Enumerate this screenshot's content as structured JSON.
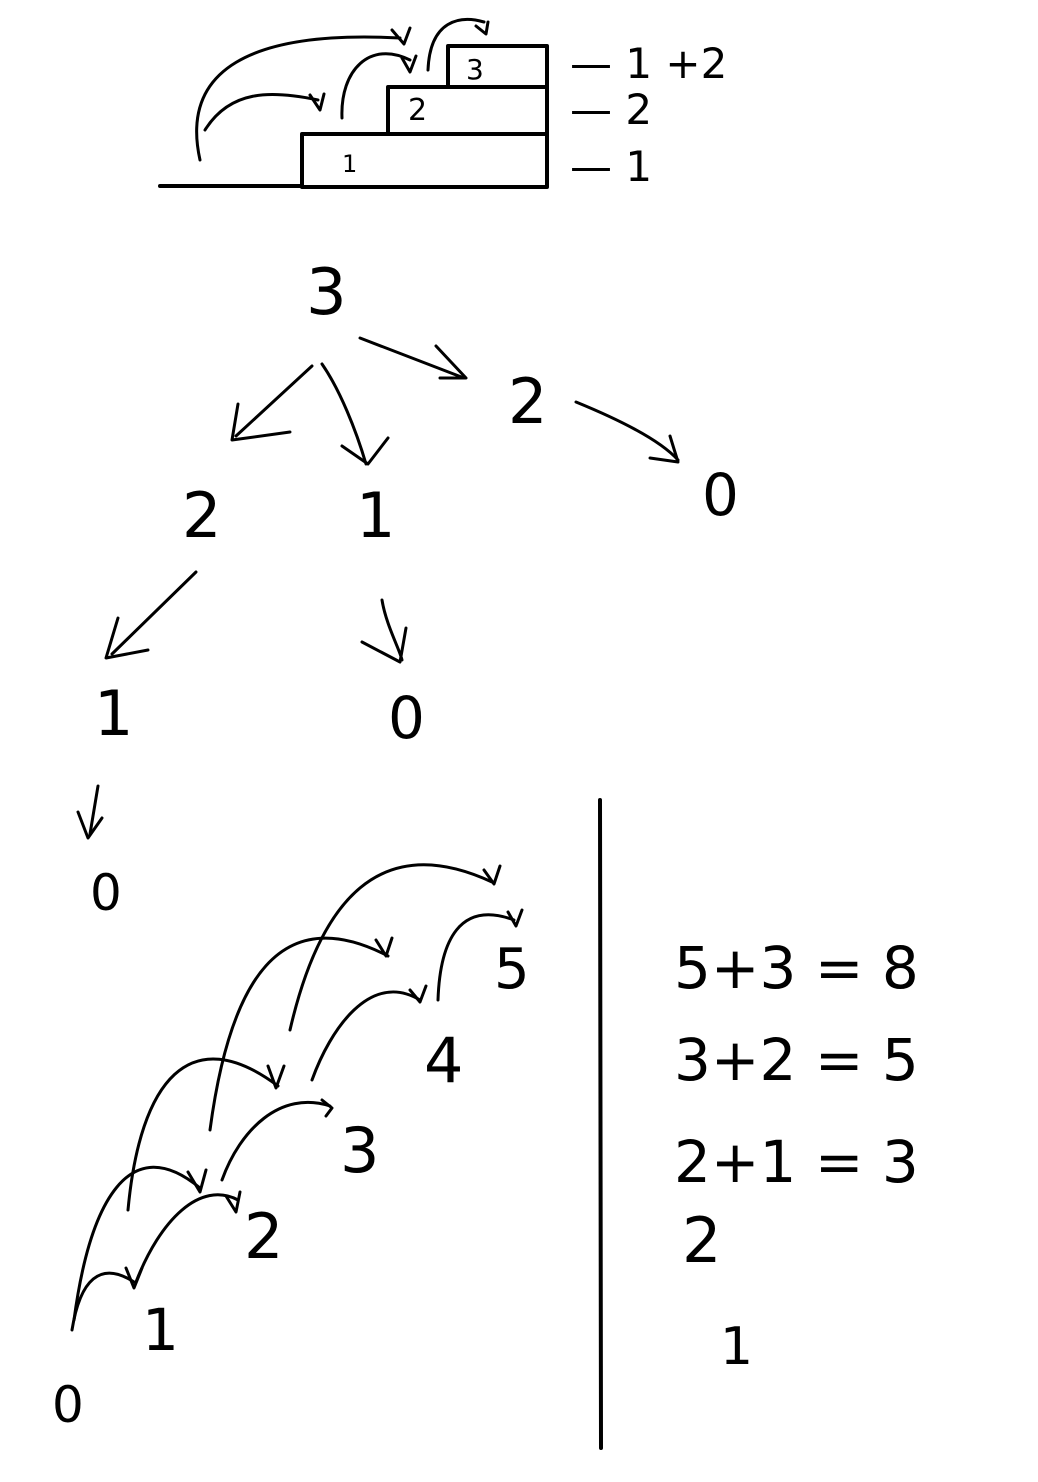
{
  "stairs": {
    "steps": [
      {
        "label": "1",
        "side_note": "— 1"
      },
      {
        "label": "2",
        "side_note": "— 2"
      },
      {
        "label": "3",
        "side_note": "— 1 +2"
      }
    ]
  },
  "tree": {
    "root": "3",
    "level1": [
      "2",
      "1",
      "2"
    ],
    "level2": [
      "1",
      "0",
      "0"
    ],
    "level3": [
      "0"
    ]
  },
  "fib_chain": {
    "numbers": [
      "0",
      "1",
      "2",
      "3",
      "4",
      "5"
    ]
  },
  "equations": {
    "lines": [
      "5+3 = 8",
      "3+2 = 5",
      "2+1 = 3",
      "2",
      "1"
    ]
  },
  "colors": {
    "ink": "#000000",
    "background": "#ffffff"
  }
}
